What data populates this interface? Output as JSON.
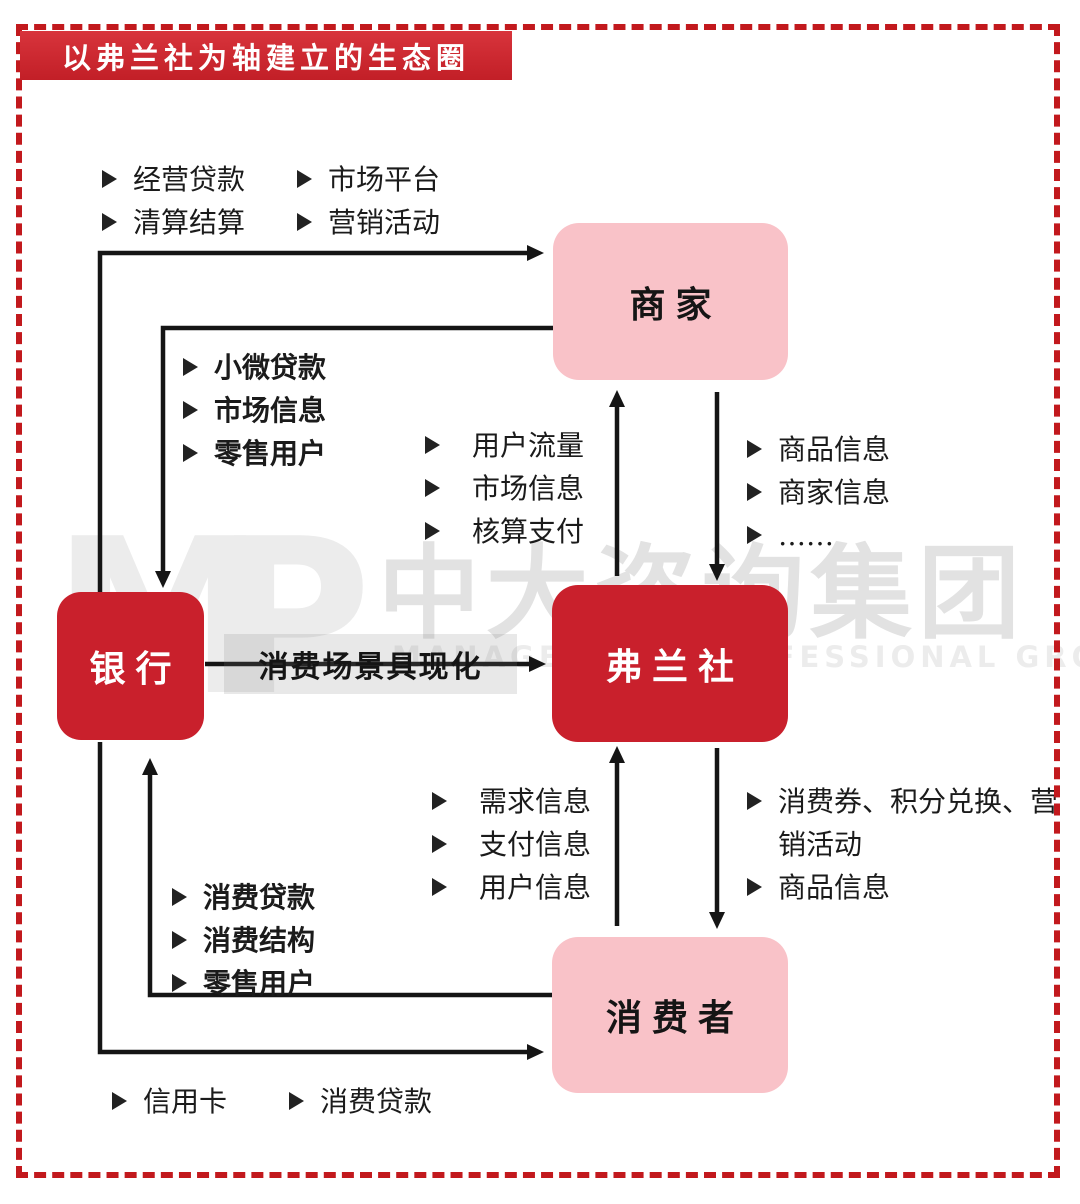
{
  "title": "以弗兰社为轴建立的生态圈",
  "watermark": {
    "logo": "MP",
    "cn": "中大咨询集团",
    "en": "MANAGEMENT PROFESSIONAL GROUP"
  },
  "nodes": {
    "merchants": "商家",
    "bank": "银行",
    "fulanshe": "弗兰社",
    "consumers": "消费者"
  },
  "connector_label": "消费场景具现化",
  "colors": {
    "node_red": "#c9202c",
    "node_pink": "#f9c2c8",
    "border_red": "#c2191d",
    "banner_red": "#c21f27",
    "arrow_black": "#151515",
    "connector_gray": "#e6e6e6",
    "watermark_gray": "#e2e2e2"
  },
  "label_groups": {
    "bank_to_merchants_col1": [
      "经营贷款",
      "清算结算"
    ],
    "bank_to_merchants_col2": [
      "市场平台",
      "营销活动"
    ],
    "merchants_to_bank": [
      "小微贷款",
      "市场信息",
      "零售用户"
    ],
    "fulanshe_to_merchants": [
      "用户流量",
      "市场信息",
      "核算支付"
    ],
    "merchants_to_fulanshe": [
      "商品信息",
      "商家信息",
      "……"
    ],
    "consumers_to_fulanshe": [
      "需求信息",
      "支付信息",
      "用户信息"
    ],
    "fulanshe_to_consumers": [
      "消费券、积分兑换、营销活动",
      "商品信息"
    ],
    "consumers_to_bank": [
      "消费贷款",
      "消费结构",
      "零售用户"
    ],
    "bank_to_consumers": [
      "信用卡",
      "消费贷款"
    ]
  }
}
